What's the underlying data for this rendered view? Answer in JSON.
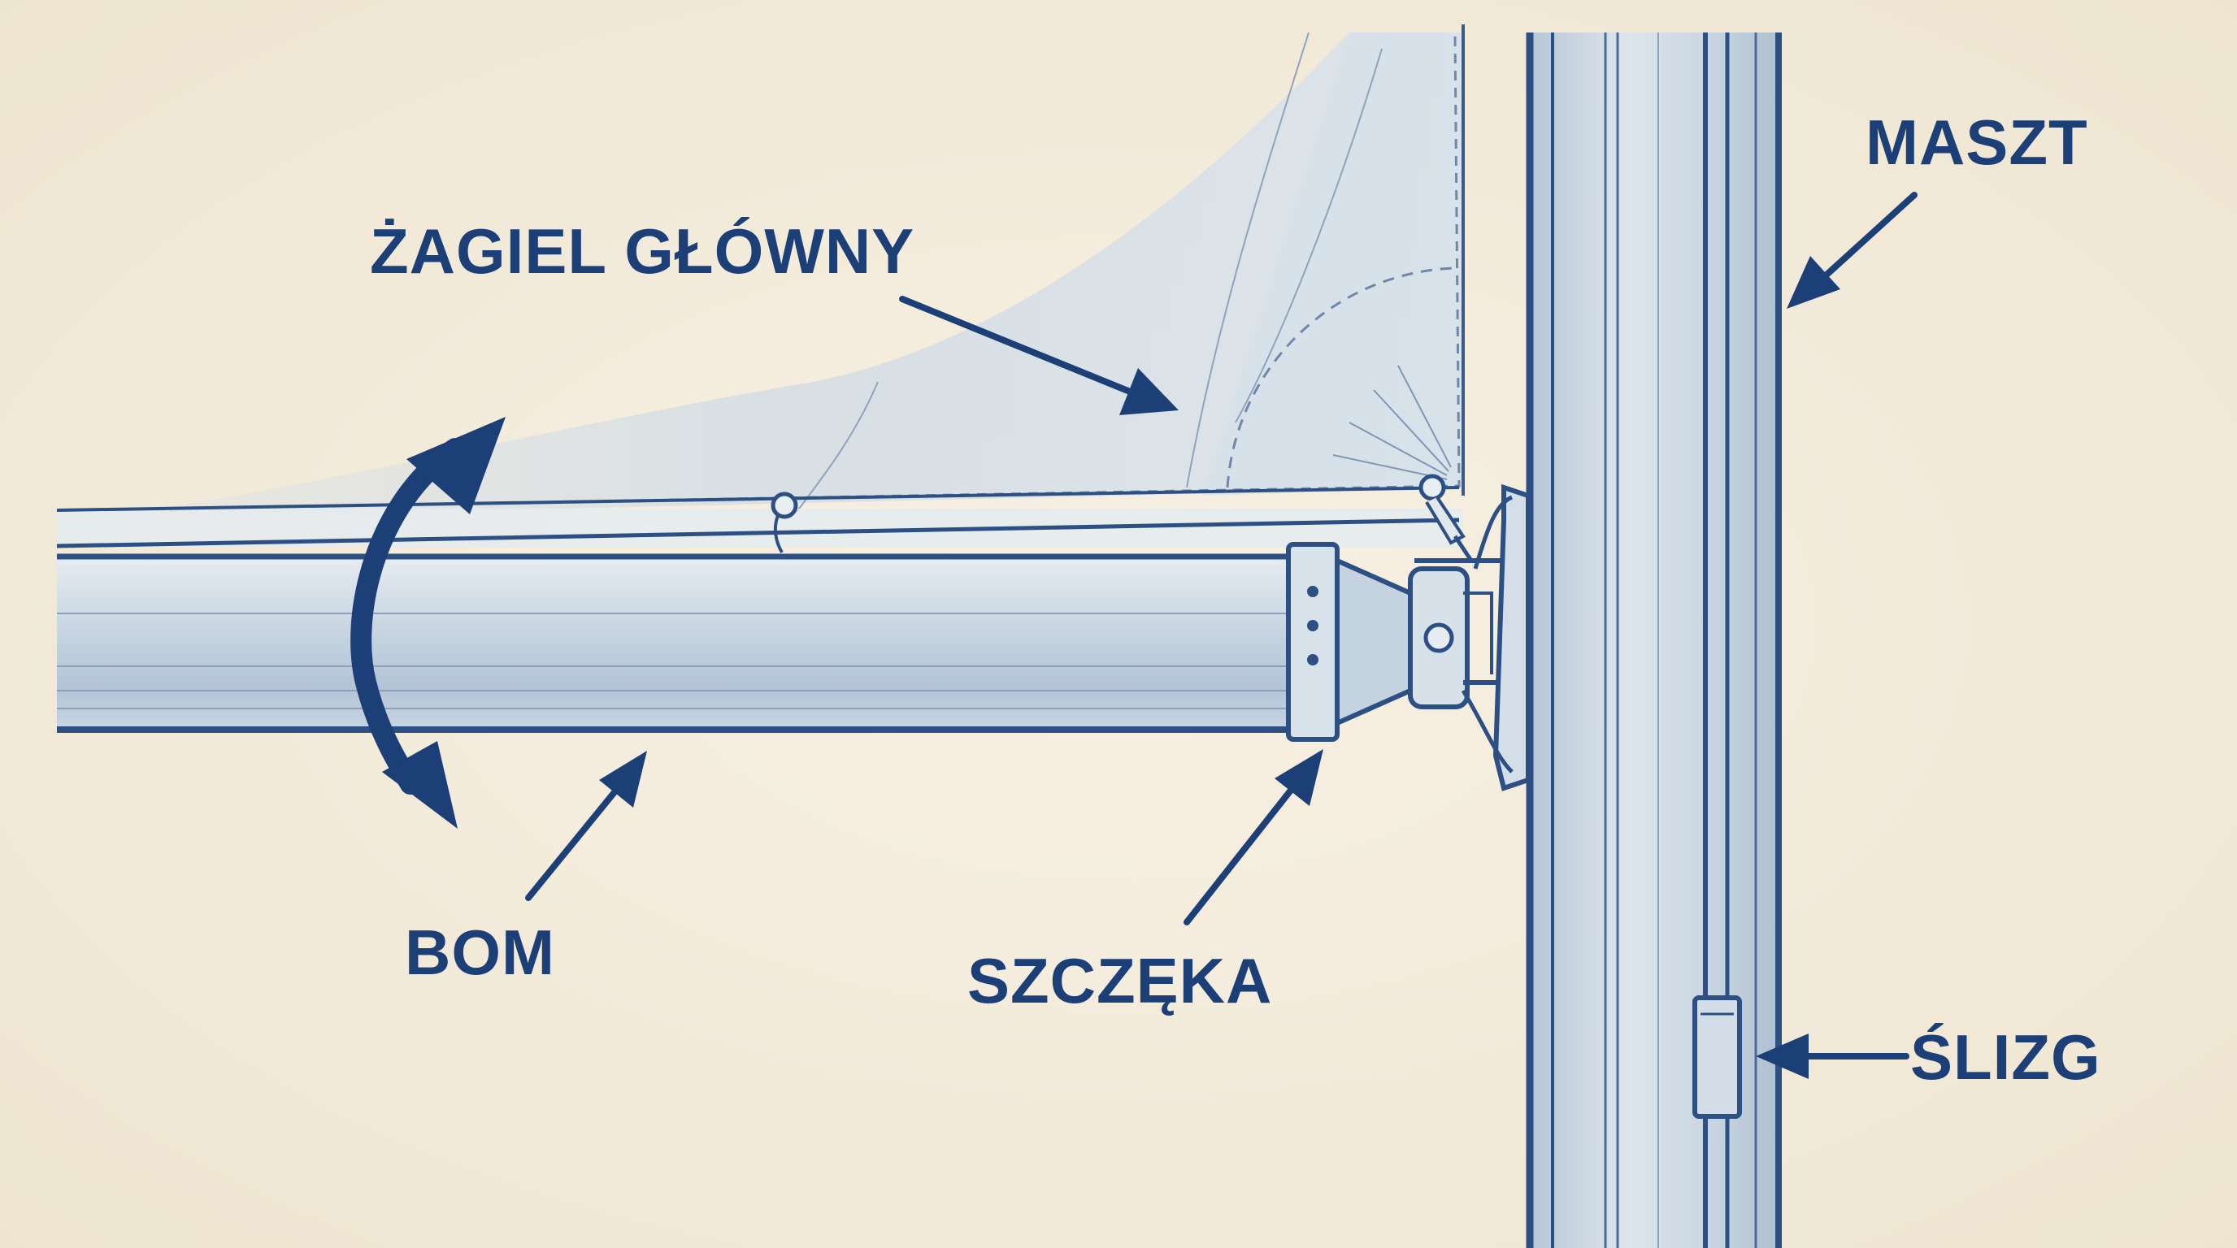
{
  "labels": {
    "mainsail": "ŻAGIEL GŁÓWNY",
    "mast": "MASZT",
    "boom": "BOM",
    "jaw": "SZCZĘKA",
    "slider": "ŚLIZG"
  },
  "colors": {
    "paper": "#f5eedf",
    "ink": "#1c3f78",
    "sail_wash": "#c9d6e3",
    "metal": "#b9c8d8"
  }
}
